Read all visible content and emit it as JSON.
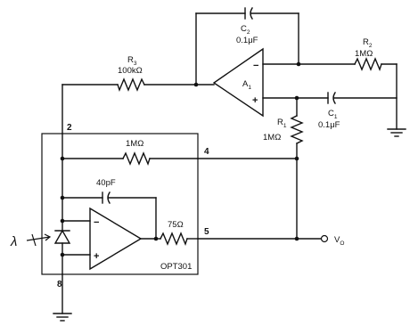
{
  "components": {
    "r3": {
      "name": "R",
      "sub": "3",
      "value": "100kΩ"
    },
    "c2": {
      "name": "C",
      "sub": "2",
      "value": "0.1μF"
    },
    "r2": {
      "name": "R",
      "sub": "2",
      "value": "1MΩ"
    },
    "a1": {
      "name": "A",
      "sub": "1",
      "minus": "−",
      "plus": "+"
    },
    "c1": {
      "name": "C",
      "sub": "1",
      "value": "0.1μF"
    },
    "r1": {
      "name": "R",
      "sub": "1",
      "value": "1MΩ"
    },
    "rf": {
      "value": "1MΩ"
    },
    "cf": {
      "value": "40pF"
    },
    "rout": {
      "value": "75Ω"
    },
    "inner_amp": {
      "minus": "−",
      "plus": "+"
    },
    "chip": {
      "name": "OPT301"
    },
    "photodiode": {
      "light_symbol": "λ"
    }
  },
  "pins": {
    "p2": "2",
    "p4": "4",
    "p5": "5",
    "p8": "8"
  },
  "output": {
    "name": "V",
    "sub": "O"
  }
}
